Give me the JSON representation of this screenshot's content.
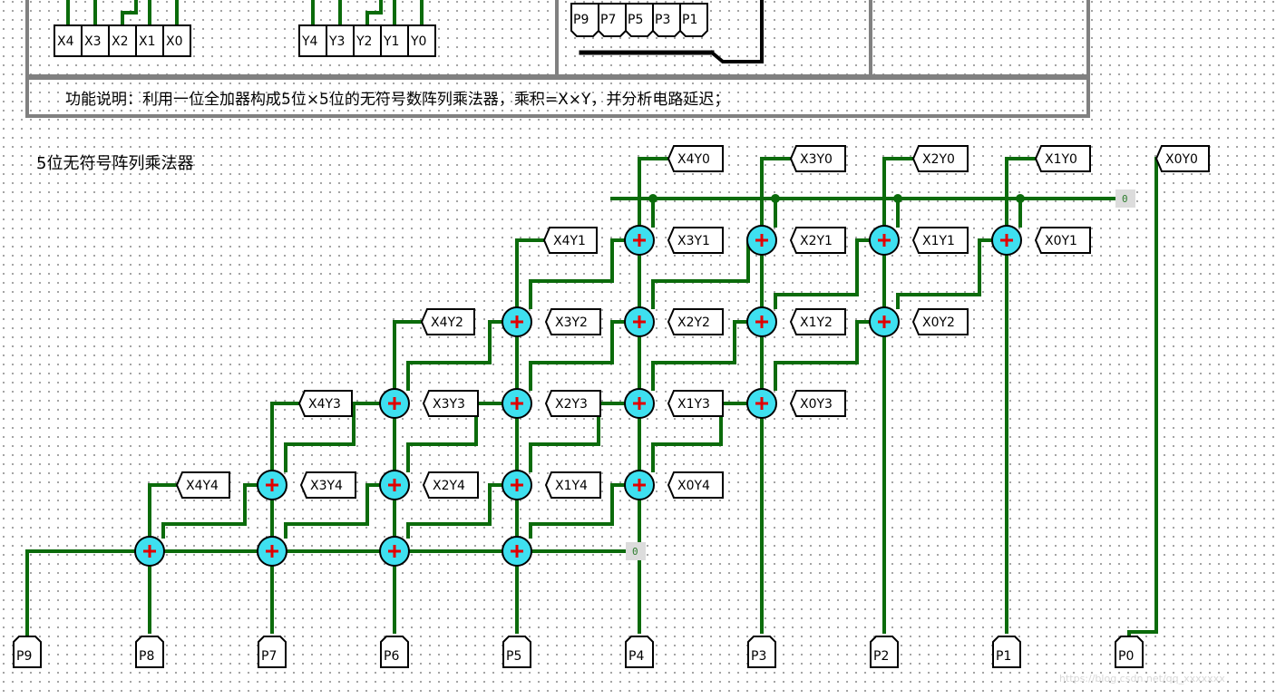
{
  "description": "功能说明：利用一位全加器构成5位×5位的无符号数阵列乘法器，乘积=X×Y，并分析电路延迟；",
  "circuit_title": "5位无符号阵列乘法器",
  "const_zero": "0",
  "top_inputs_x": [
    "X4",
    "X3",
    "X2",
    "X1",
    "X0"
  ],
  "top_inputs_y": [
    "Y4",
    "Y3",
    "Y2",
    "Y1",
    "Y0"
  ],
  "top_outputs": [
    "P9",
    "P7",
    "P5",
    "P3",
    "P1"
  ],
  "partial_products": {
    "row0": [
      "X4Y0",
      "X3Y0",
      "X2Y0",
      "X1Y0",
      "X0Y0"
    ],
    "row1": [
      "X4Y1",
      "X3Y1",
      "X2Y1",
      "X1Y1",
      "X0Y1"
    ],
    "row2": [
      "X4Y2",
      "X3Y2",
      "X2Y2",
      "X1Y2",
      "X0Y2"
    ],
    "row3": [
      "X4Y3",
      "X3Y3",
      "X2Y3",
      "X1Y3",
      "X0Y3"
    ],
    "row4": [
      "X4Y4",
      "X3Y4",
      "X2Y4",
      "X1Y4",
      "X0Y4"
    ]
  },
  "outputs": [
    "P9",
    "P8",
    "P7",
    "P6",
    "P5",
    "P4",
    "P3",
    "P2",
    "P1",
    "P0"
  ],
  "watermark": "https://blog.csdn.net/qq_xxxxxxx",
  "colors": {
    "wire": "#0b6b0b",
    "adder_fill": "#3ee0f0",
    "adder_sign": "#e00000",
    "frame": "#808080"
  }
}
